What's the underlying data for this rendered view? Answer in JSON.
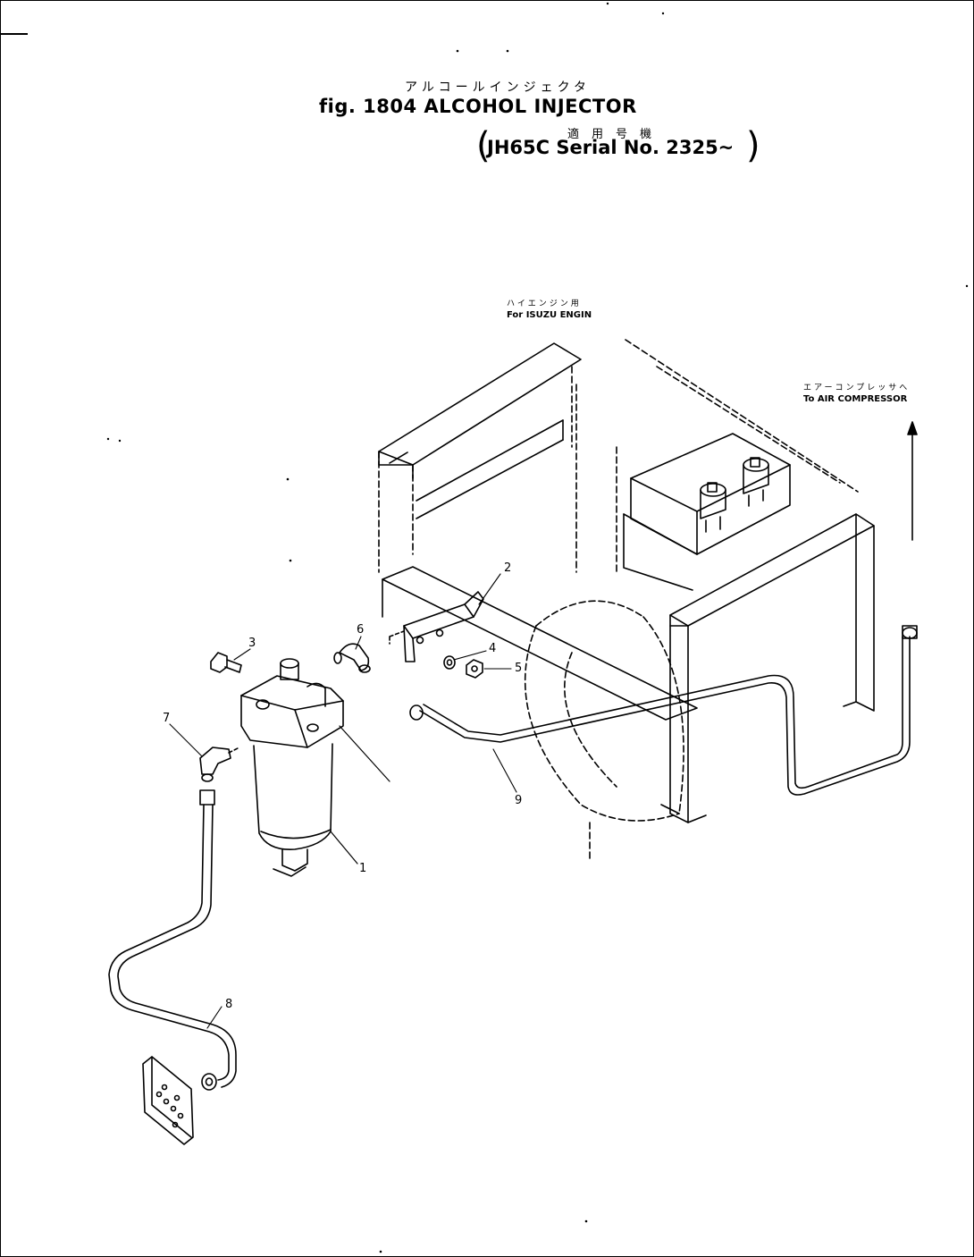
{
  "header": {
    "jp_title": "アルコールインジェクタ",
    "fig_label": "fig. 1804",
    "title": "ALCOHOL INJECTOR",
    "jp_serial_heading": "適用号機",
    "serial": "JH65C Serial No. 2325~"
  },
  "annotations": {
    "engine_jp": "ハイエンジン用",
    "engine_en": "For ISUZU ENGIN",
    "compressor_jp": "エアーコンプレッサへ",
    "compressor_en": "To AIR COMPRESSOR"
  },
  "callouts": {
    "p1": "1",
    "p2": "2",
    "p3": "3",
    "p4": "4",
    "p5": "5",
    "p6": "6",
    "p7": "7",
    "p8": "8",
    "p9": "9"
  }
}
